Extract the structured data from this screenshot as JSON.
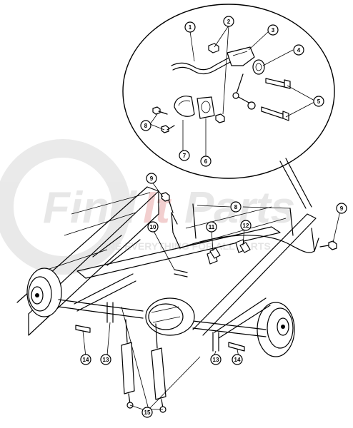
{
  "watermark": {
    "brand_left": "Find",
    "brand_accent": "It",
    "brand_right": "Parts",
    "tagline": "ONE EVERYTHING FOR ALL PARTS",
    "accent_color": "#e8a8a8",
    "gray_color": "#d8d8d8"
  },
  "callouts": {
    "c1": "1",
    "c2": "2",
    "c3": "3",
    "c4": "4",
    "c5": "5",
    "c6": "6",
    "c7": "7",
    "c8_detail": "8",
    "c9_left": "9",
    "c8_main": "8",
    "c9_right": "9",
    "c10": "10",
    "c11": "11",
    "c12": "12",
    "c13_left": "13",
    "c13_right": "13",
    "c14_left": "14",
    "c14_right": "14",
    "c15": "15"
  }
}
